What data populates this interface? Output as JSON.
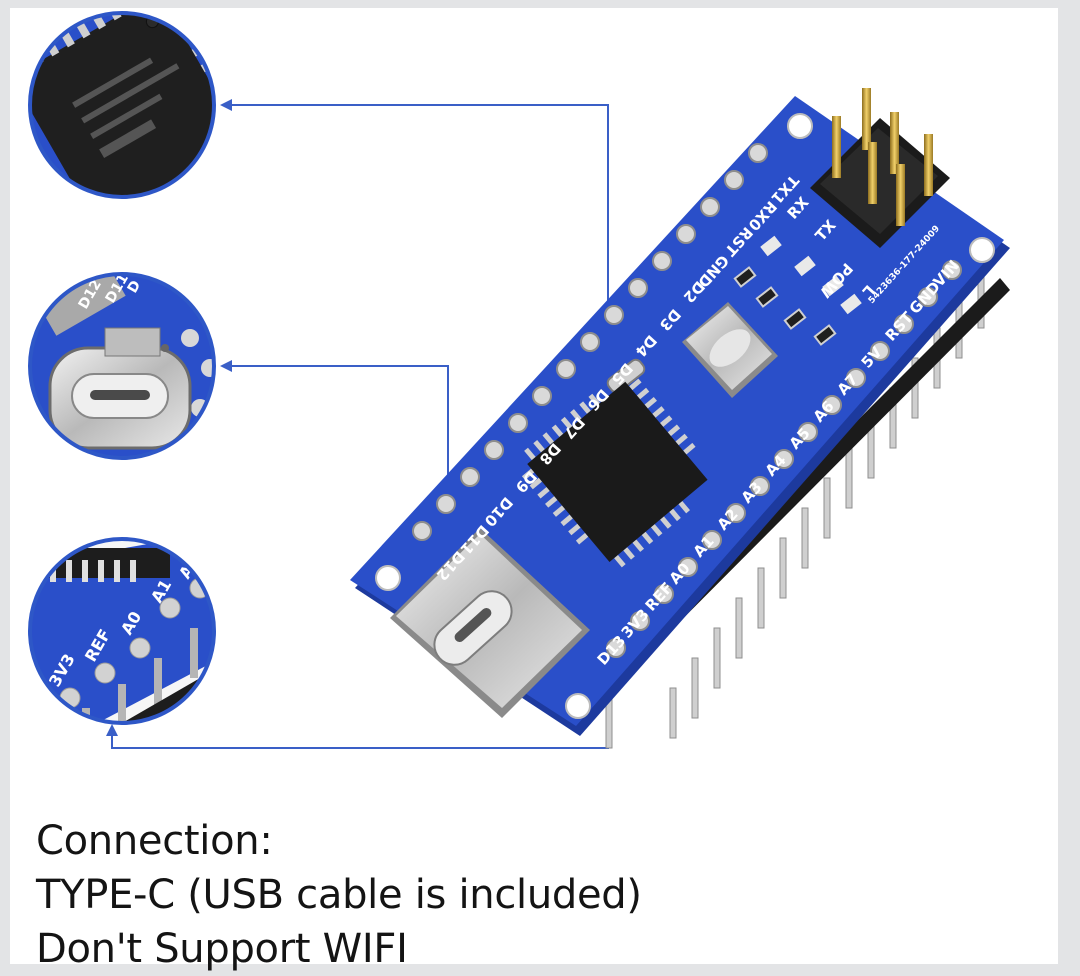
{
  "caption": {
    "line1": "Connection:",
    "line2": "TYPE-C (USB cable is included)",
    "line3": "Don't Support WIFI"
  },
  "board": {
    "top_row_pins": [
      "TX1",
      "RX0",
      "RST",
      "GND",
      "D2",
      "D3",
      "D4",
      "D5",
      "D6",
      "D7",
      "D8",
      "D9",
      "D10",
      "D11",
      "D12"
    ],
    "bottom_row_pins": [
      "VIN",
      "GND",
      "RST",
      "5V",
      "A7",
      "A6",
      "A5",
      "A4",
      "A3",
      "A2",
      "A1",
      "A0",
      "REF",
      "3V3",
      "D13"
    ],
    "led_labels": [
      "RX",
      "TX",
      "POW",
      "L"
    ],
    "serial": "5423636-177-24009"
  },
  "zoom_connector": {
    "labels": [
      "D12",
      "D11",
      "D"
    ]
  },
  "zoom_pins": {
    "labels": [
      "3V3",
      "REF",
      "A0",
      "A1",
      "A"
    ]
  },
  "colors": {
    "pcb": "#2a4fc9",
    "pcb_dark": "#1d3a9e",
    "arrow": "#2d56c8",
    "circle_border": "#2e57c7",
    "header": "#1b1b1b",
    "gold": "#c9a23a"
  }
}
